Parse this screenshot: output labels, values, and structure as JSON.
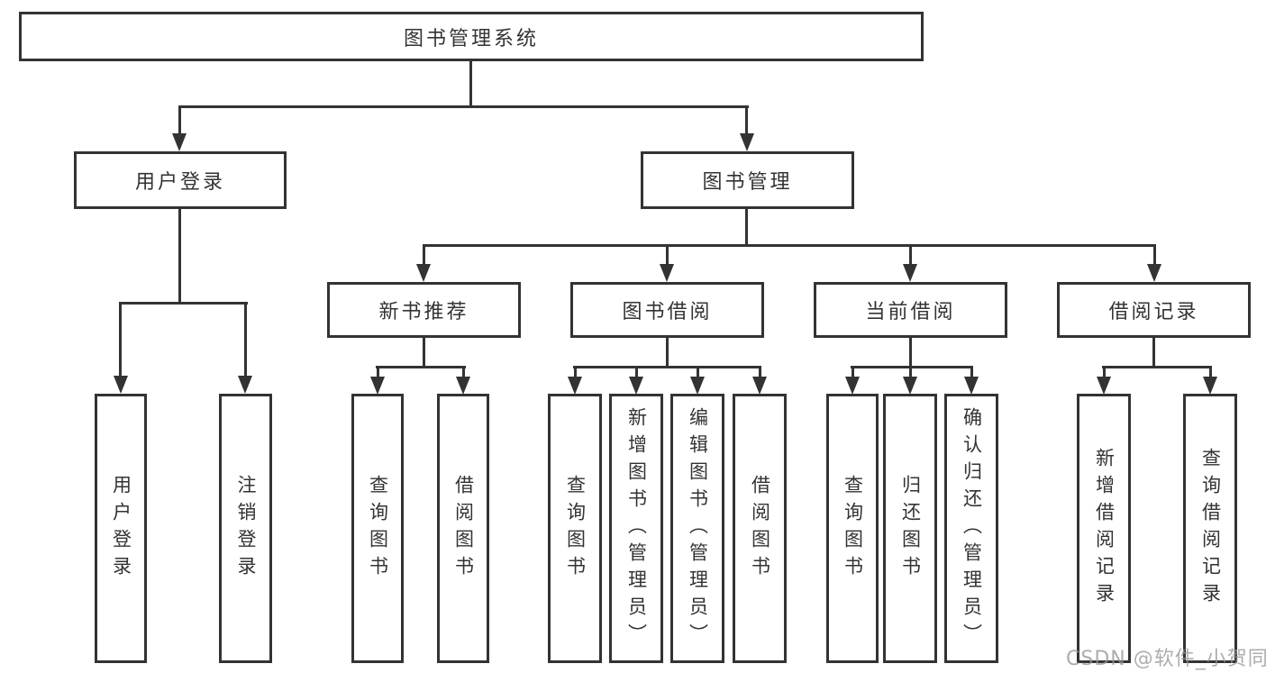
{
  "diagram": {
    "title": "图书管理系统",
    "colors": {
      "line": "#333333",
      "text": "#333333",
      "background": "#ffffff",
      "watermark": "#969696"
    },
    "root": {
      "label": "图书管理系统"
    },
    "level2": [
      {
        "label": "用户登录"
      },
      {
        "label": "图书管理"
      }
    ],
    "level3": [
      {
        "label": "新书推荐"
      },
      {
        "label": "图书借阅"
      },
      {
        "label": "当前借阅"
      },
      {
        "label": "借阅记录"
      }
    ],
    "leaves": {
      "login": [
        "用户登录",
        "注销登录"
      ],
      "new_books": [
        "查询图书",
        "借阅图书"
      ],
      "book_borrow": [
        "查询图书",
        "新增图书（管理员）",
        "编辑图书（管理员）",
        "借阅图书"
      ],
      "current_borrow": [
        "查询图书",
        "归还图书",
        "确认归还（管理员）"
      ],
      "borrow_records": [
        "新增借阅记录",
        "查询借阅记录"
      ]
    },
    "watermark": "CSDN @软件_小贺同学"
  }
}
